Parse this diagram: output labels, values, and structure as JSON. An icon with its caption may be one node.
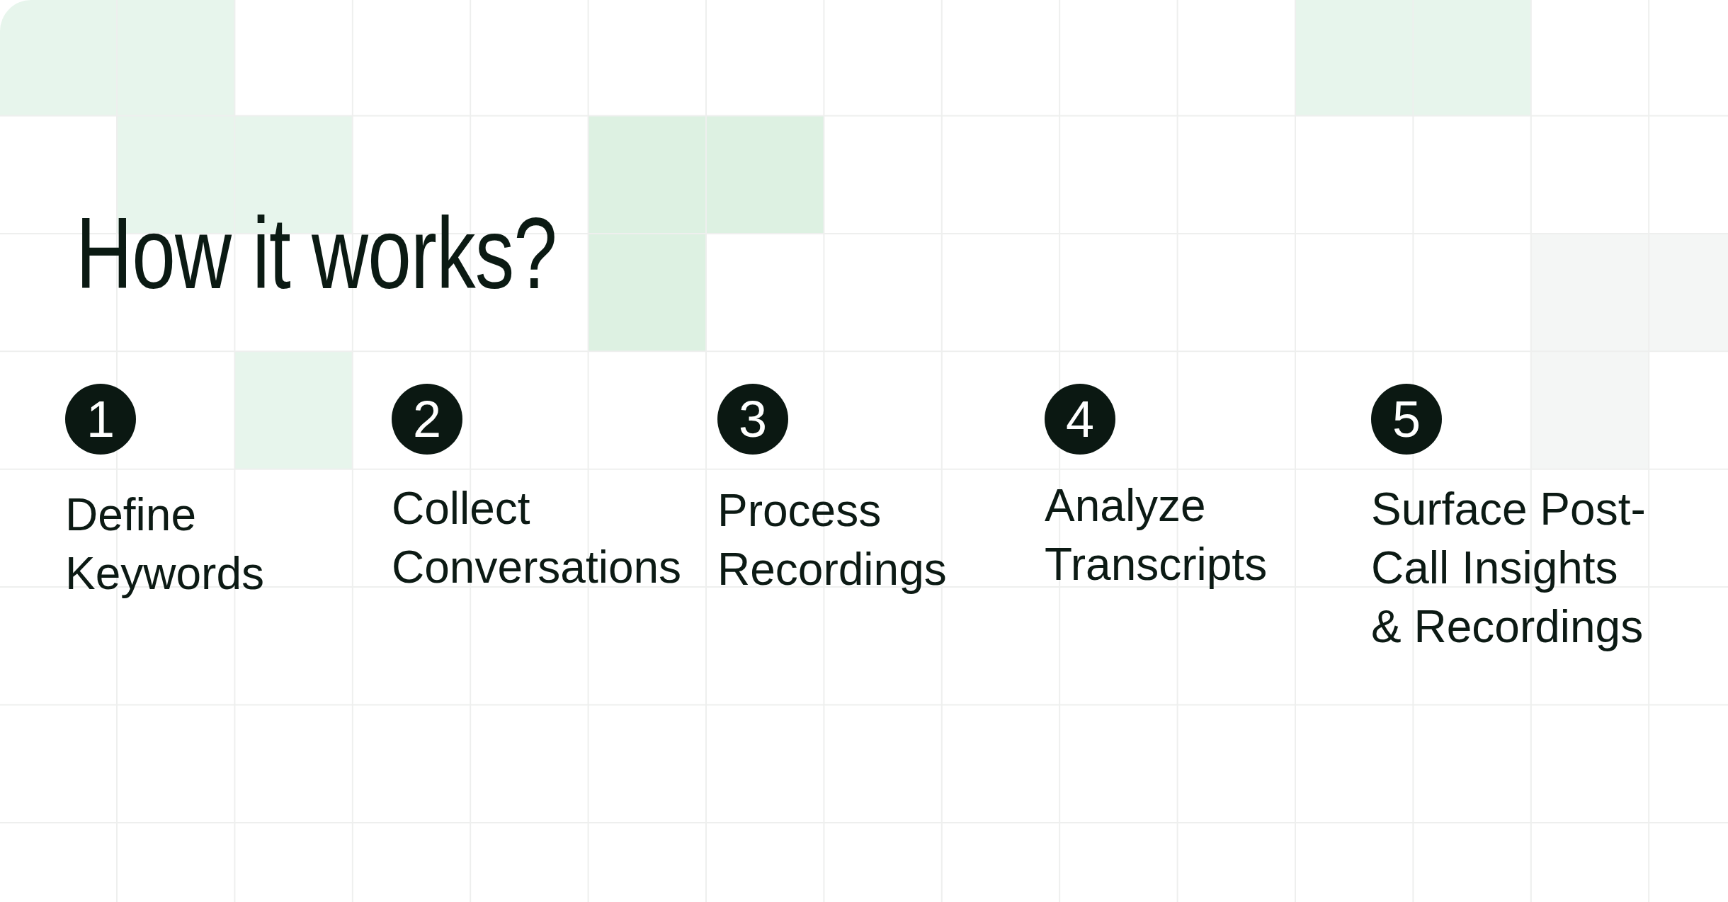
{
  "diagram": {
    "title": "How it works?",
    "nodes": [
      {
        "text": [
          "1"
        ],
        "beside": [
          "Define Keywords"
        ]
      },
      {
        "text": [
          "2"
        ],
        "beside": [
          "Collect Conversations"
        ]
      },
      {
        "text": [
          "3"
        ],
        "beside": [
          "Process Recordings"
        ]
      },
      {
        "text": [
          "4"
        ],
        "beside": [
          "Analyze Transcripts"
        ]
      },
      {
        "text": [
          "5"
        ],
        "beside": [
          "Surface Post-Call Insights & Recordings"
        ]
      }
    ]
  }
}
